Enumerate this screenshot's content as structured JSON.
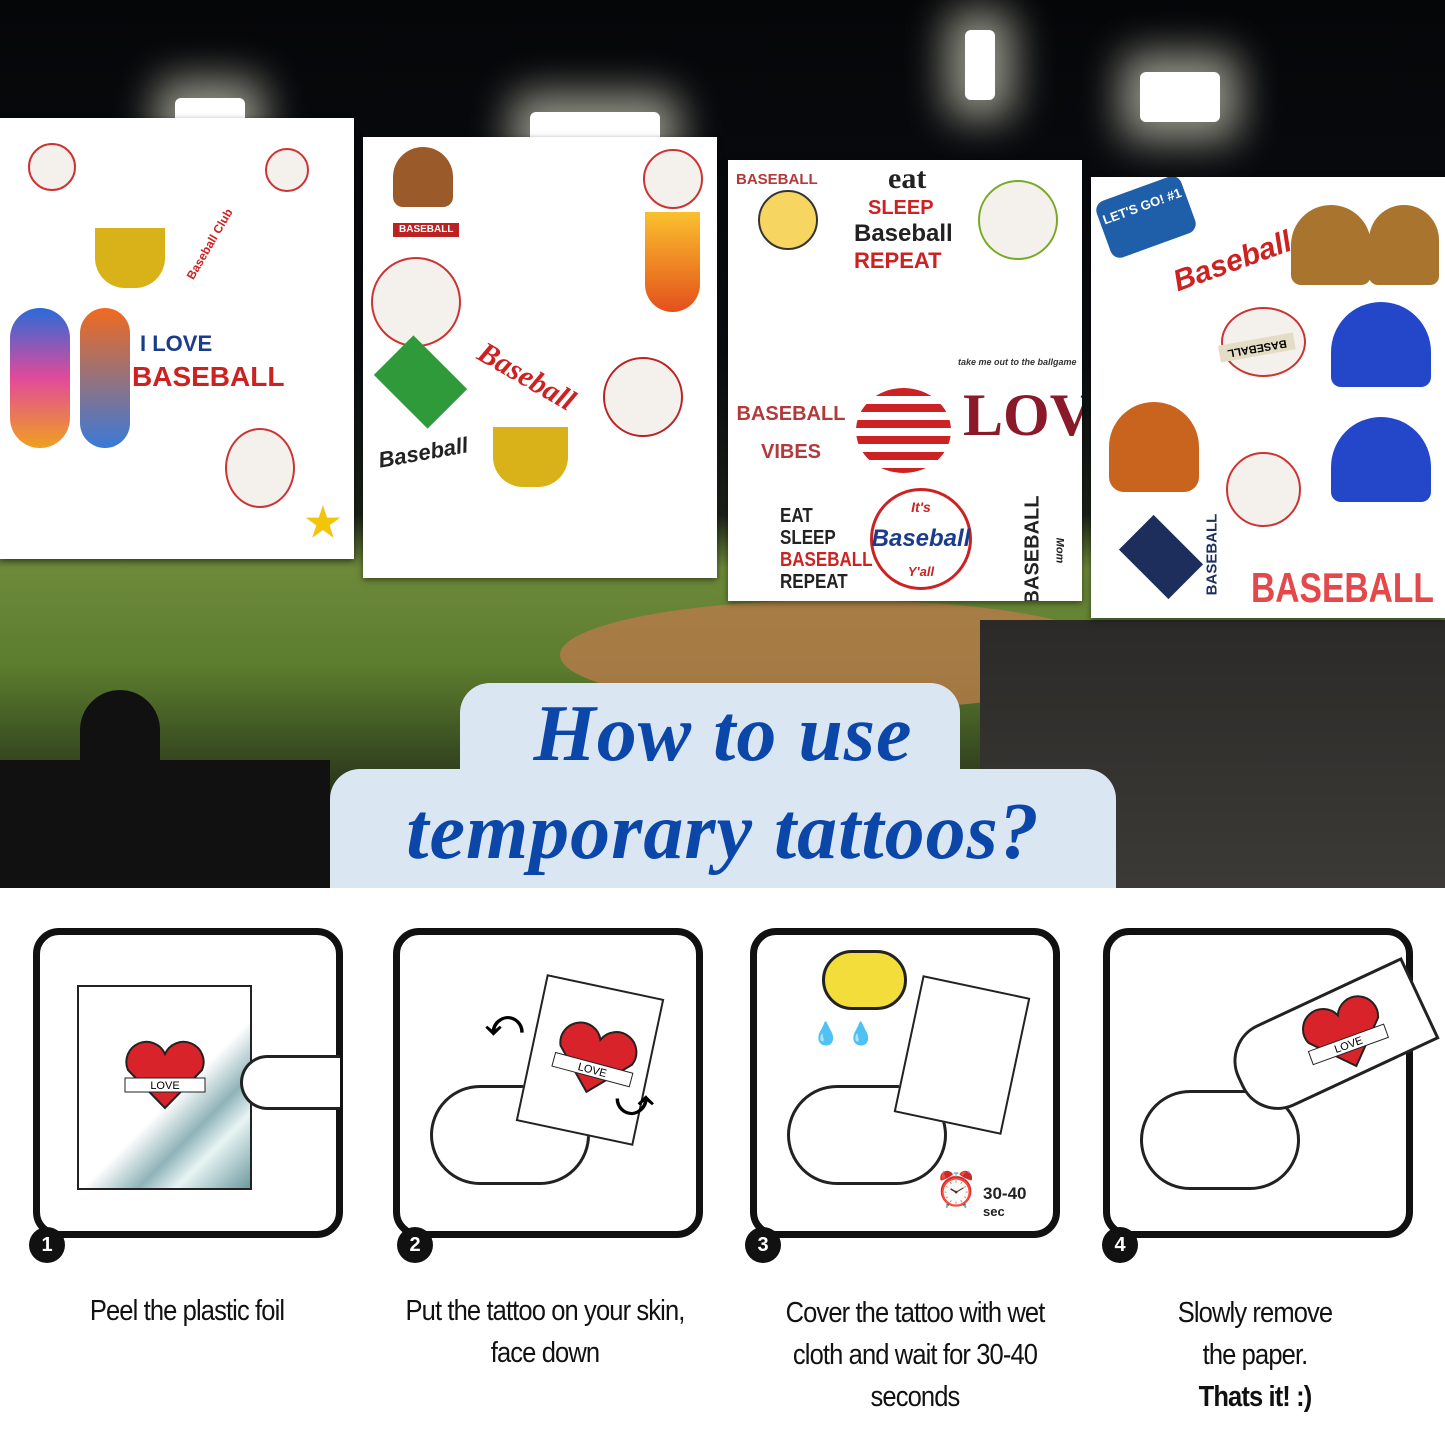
{
  "heading": {
    "line1": "How to use",
    "line2": "temporary tattoos?",
    "color": "#0b47a8"
  },
  "sheets": [
    {
      "stickers": [
        "I LOVE",
        "BASEBALL",
        "Baseball Club"
      ]
    },
    {
      "stickers": [
        "BASEBALL",
        "Baseball",
        "Baseball"
      ]
    },
    {
      "stickers": [
        "BASEBALL",
        "eat",
        "SLEEP",
        "Baseball",
        "REPEAT",
        "take me out to the ballgame",
        "BASEBALL VIBES",
        "LOVE",
        "EAT",
        "SLEEP",
        "BASEBALL",
        "REPEAT",
        "It's",
        "Baseball",
        "Y'all",
        "BASEBALL",
        "Mom"
      ]
    },
    {
      "stickers": [
        "LET'S GO!",
        "#1",
        "Baseball",
        "BASEBALL",
        "BASEBALL",
        "BASEBALL"
      ]
    }
  ],
  "tattoo_label": "LOVE",
  "timer": {
    "value": "30-40",
    "unit": "sec"
  },
  "steps": [
    {
      "number": "1",
      "caption": "Peel the plastic foil"
    },
    {
      "number": "2",
      "caption": "Put the tattoo on your skin, face down"
    },
    {
      "number": "3",
      "caption": "Cover the tattoo with wet cloth and wait for 30-40 seconds"
    },
    {
      "number": "4",
      "caption": "Slowly remove the paper.",
      "caption_bold": "Thats it! :)"
    }
  ]
}
